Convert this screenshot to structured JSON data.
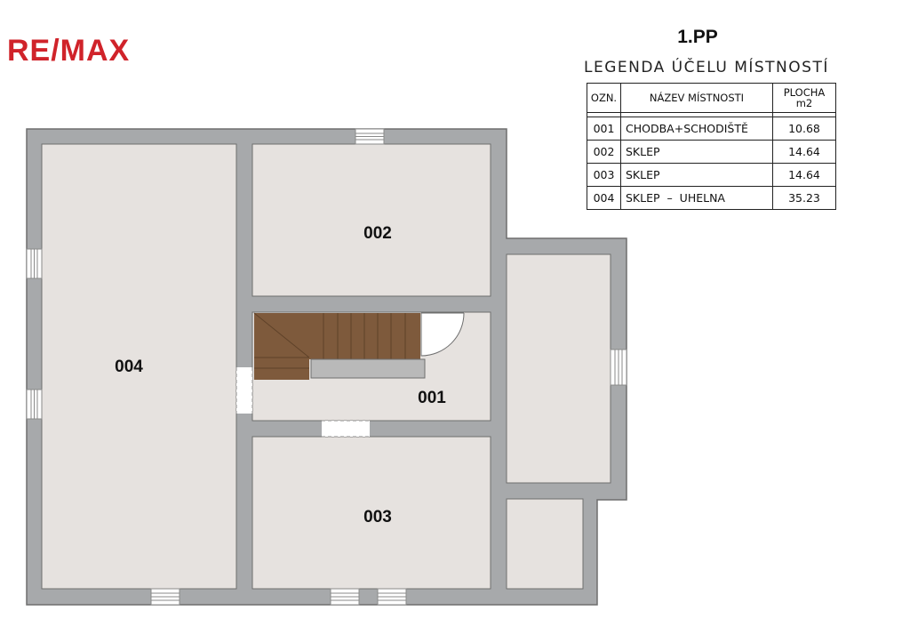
{
  "brand": {
    "logo_text": "RE/MAX"
  },
  "floor": {
    "title": "1.PP"
  },
  "legend": {
    "title": "LEGENDA ÚČELU MÍSTNOSTÍ",
    "headers": {
      "ozn": "OZN.",
      "name": "NÁZEV MÍSTNOSTI",
      "area": "PLOCHA",
      "unit": "m2"
    },
    "rows": [
      {
        "ozn": "001",
        "name": "CHODBA+SCHODIŠTĚ",
        "area": "10.68"
      },
      {
        "ozn": "002",
        "name": "SKLEP",
        "area": "14.64"
      },
      {
        "ozn": "003",
        "name": "SKLEP",
        "area": "14.64"
      },
      {
        "ozn": "004",
        "name": "SKLEP  –  UHELNA",
        "area": "35.23"
      }
    ]
  },
  "rooms": [
    {
      "id": "room-001",
      "label": "001"
    },
    {
      "id": "room-002",
      "label": "002"
    },
    {
      "id": "room-003",
      "label": "003"
    },
    {
      "id": "room-004",
      "label": "004"
    }
  ],
  "colors": {
    "wall": "#a7a9ab",
    "wall_edge": "#6e6e6e",
    "floor": "#e6e2df",
    "stairs": "#7e5a3c",
    "logo": "#d0232a"
  }
}
